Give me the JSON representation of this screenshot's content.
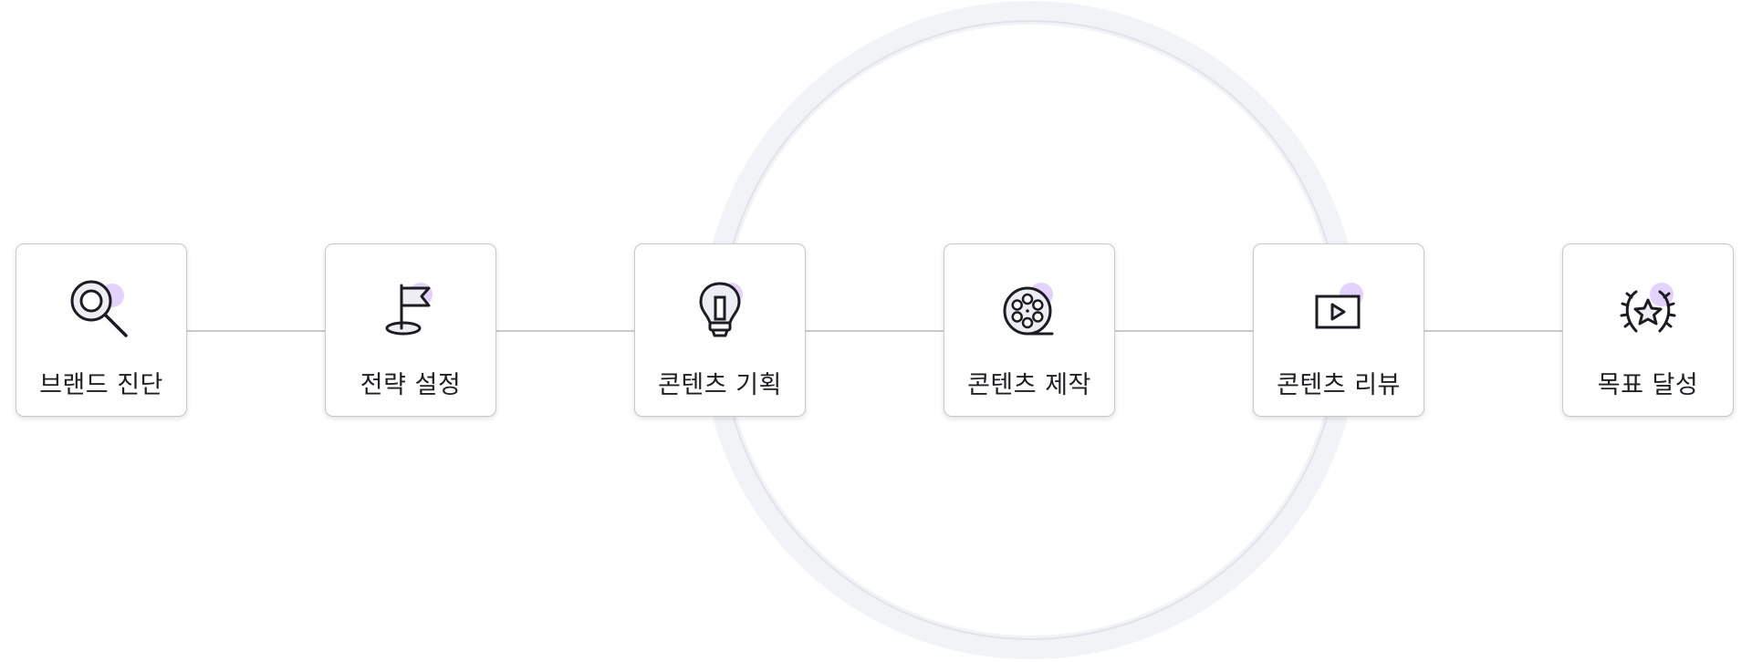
{
  "accent_color": "#e3d2fb",
  "line_color": "#c9cbd0",
  "steps": [
    {
      "label": "브랜드 진단",
      "icon": "magnifier-icon"
    },
    {
      "label": "전략 설정",
      "icon": "flag-icon"
    },
    {
      "label": "콘텐츠 기획",
      "icon": "lightbulb-icon"
    },
    {
      "label": "콘텐츠 제작",
      "icon": "film-reel-icon"
    },
    {
      "label": "콘텐츠 리뷰",
      "icon": "video-play-icon"
    },
    {
      "label": "목표 달성",
      "icon": "laurel-star-icon"
    }
  ]
}
